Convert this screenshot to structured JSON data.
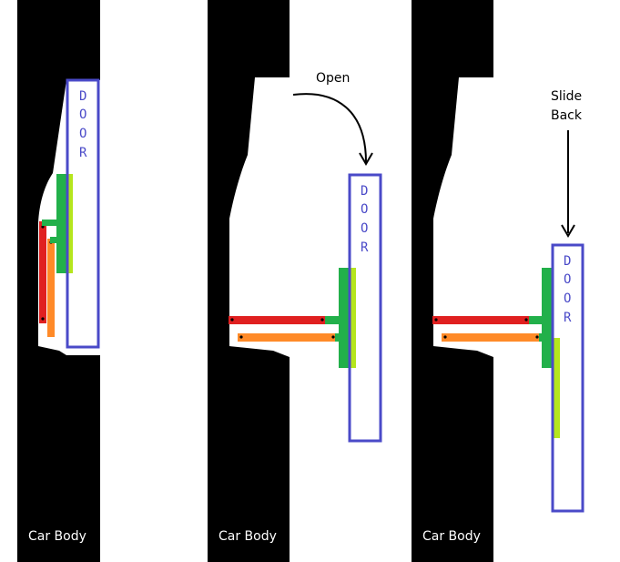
{
  "panels": [
    {
      "car_body_label": "Car Body",
      "door_letters": [
        "D",
        "O",
        "O",
        "R"
      ]
    },
    {
      "car_body_label": "Car Body",
      "door_letters": [
        "D",
        "O",
        "O",
        "R"
      ],
      "annotation": "Open"
    },
    {
      "car_body_label": "Car Body",
      "door_letters": [
        "D",
        "O",
        "O",
        "R"
      ],
      "annotation_lines": [
        "Slide",
        "Back"
      ]
    }
  ],
  "colors": {
    "car_body": "#000000",
    "door_outline": "#4a4ac8",
    "arm_red": "#e02020",
    "arm_orange": "#ff8a28",
    "bracket_green": "#22b04a",
    "rail_lime": "#b5e61d"
  }
}
